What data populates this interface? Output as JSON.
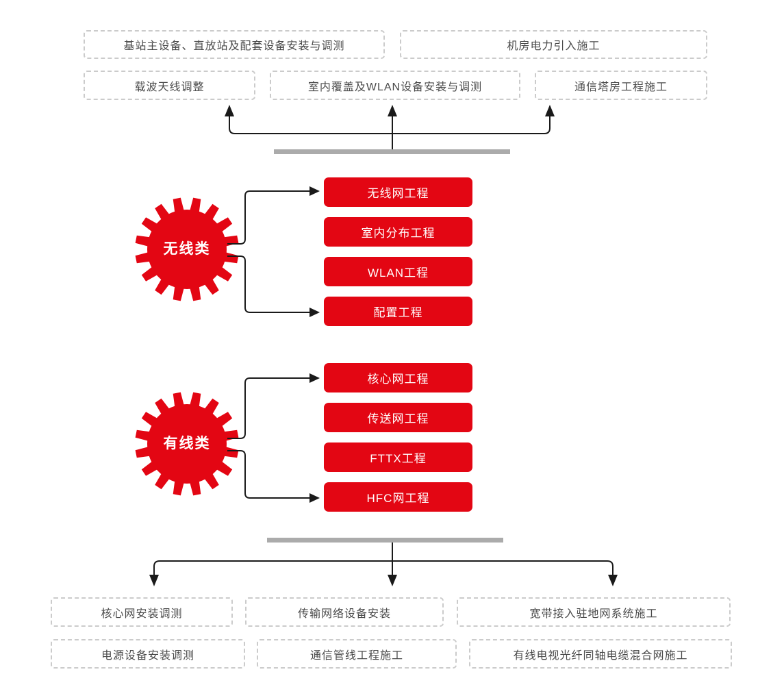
{
  "palette": {
    "red": "#e30613",
    "bar_gray": "#ababab",
    "line_black": "#1a1a1a",
    "dash_border": "#cbcbcb",
    "text_gray": "#4a4a4a"
  },
  "top": {
    "row1": [
      {
        "label": "基站主设备、直放站及配套设备安装与调测"
      },
      {
        "label": "机房电力引入施工"
      }
    ],
    "row2": [
      {
        "label": "载波天线调整"
      },
      {
        "label": "室内覆盖及WLAN设备安装与调测"
      },
      {
        "label": "通信塔房工程施工"
      }
    ]
  },
  "wireless": {
    "gear_label": "无线类",
    "boxes": [
      "无线网工程",
      "室内分布工程",
      "WLAN工程",
      "配置工程"
    ]
  },
  "wired": {
    "gear_label": "有线类",
    "boxes": [
      "核心网工程",
      "传送网工程",
      "FTTX工程",
      "HFC网工程"
    ]
  },
  "bottom": {
    "row1": [
      "核心网安装调测",
      "传输网络设备安装",
      "宽带接入驻地网系统施工"
    ],
    "row2": [
      "电源设备安装调测",
      "通信管线工程施工",
      "有线电视光纤同轴电缆混合网施工"
    ]
  }
}
